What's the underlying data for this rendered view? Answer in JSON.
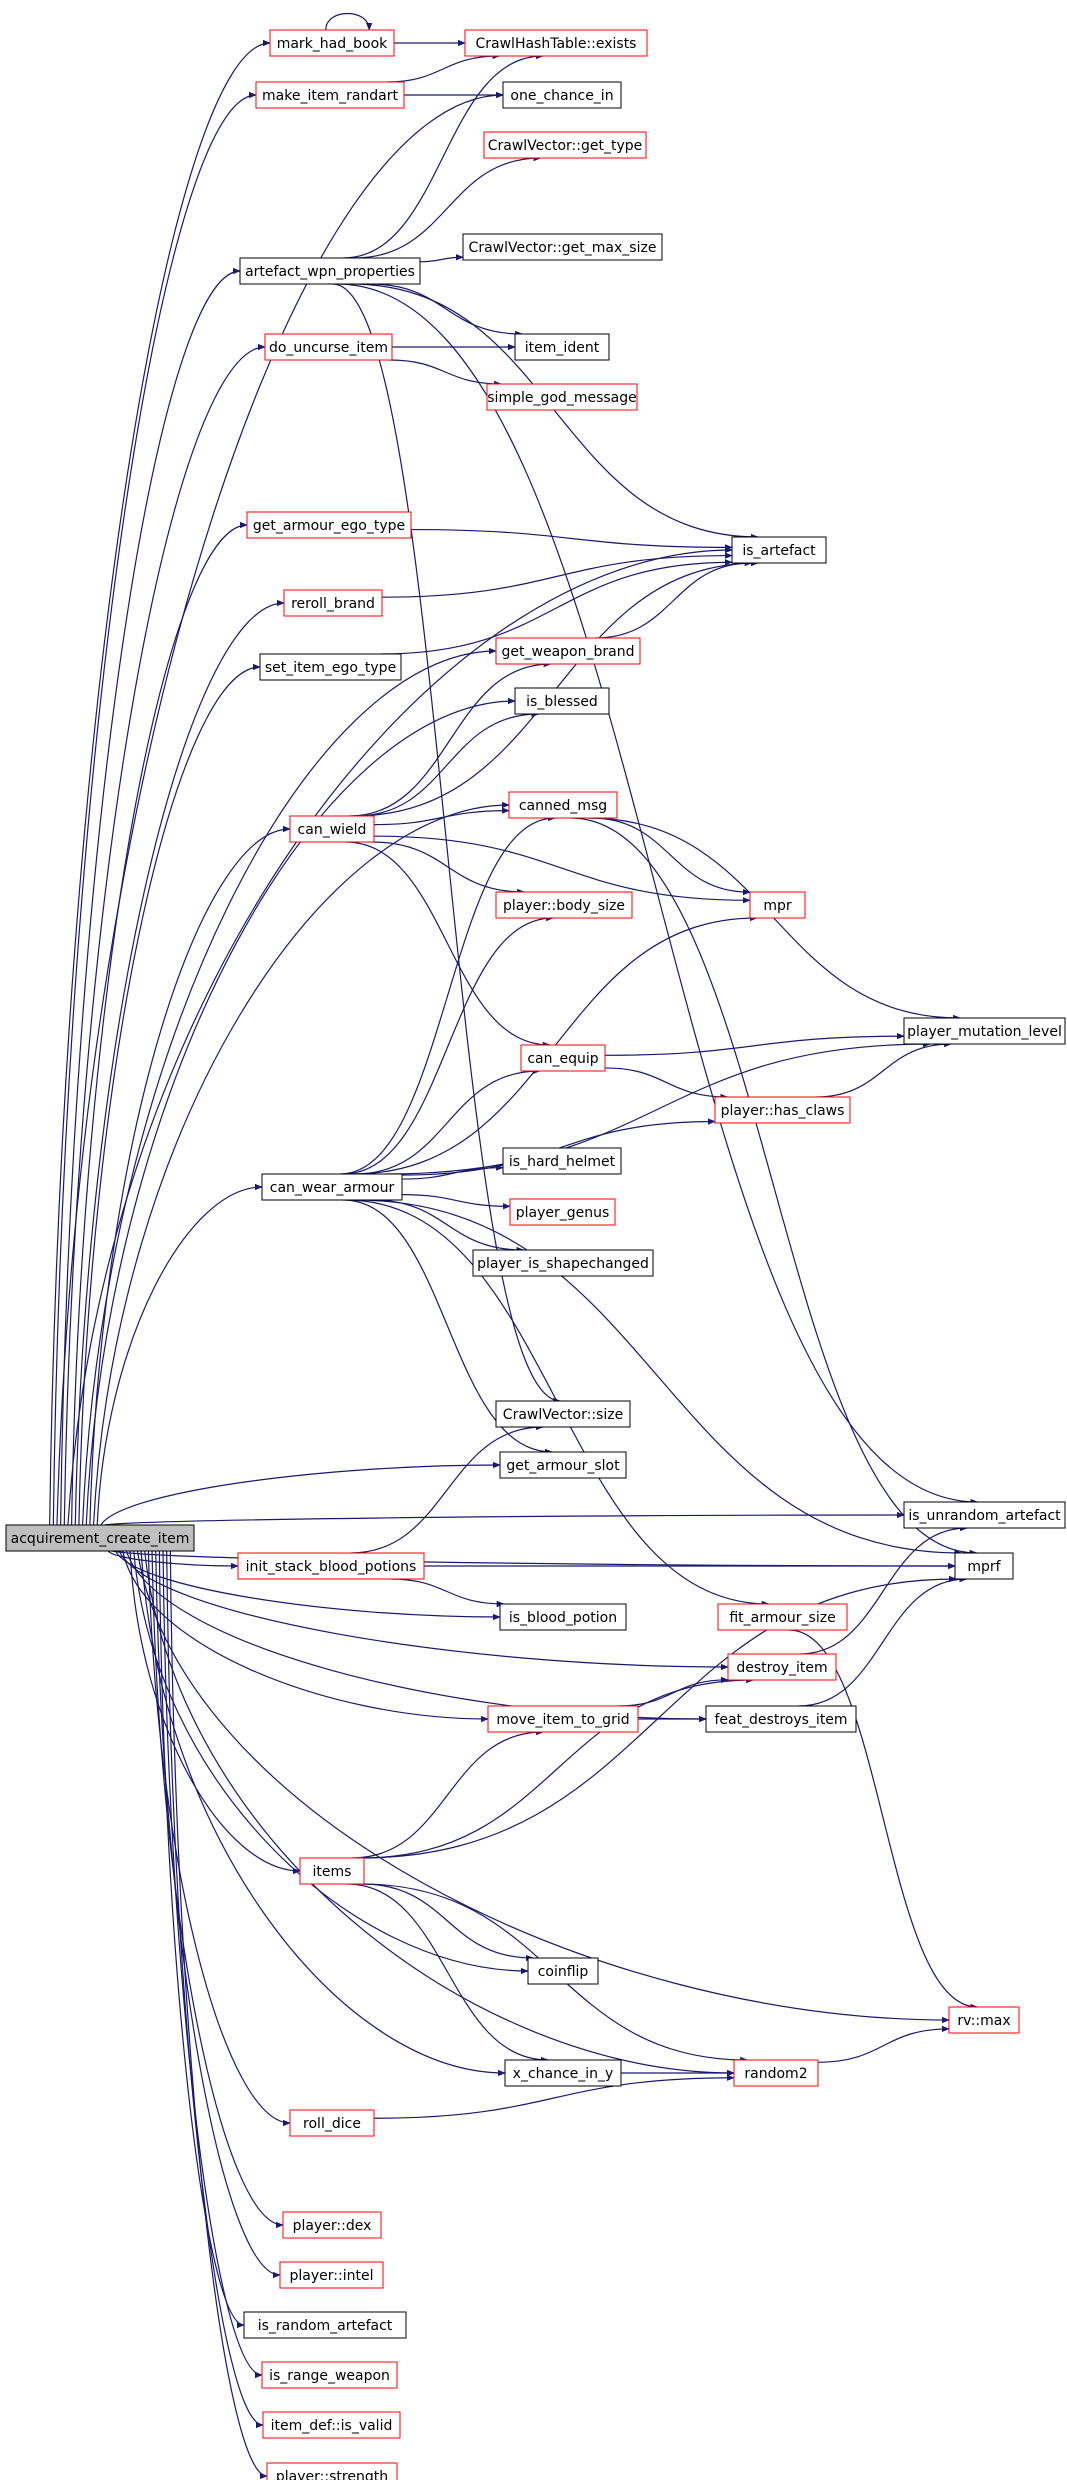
{
  "colors": {
    "edge": "#191970",
    "border_black": "#000000",
    "border_red": "#ff0000",
    "root_fill": "#bfbfbf",
    "node_fill": "#ffffff"
  },
  "nodes": [
    {
      "id": "acquirement_create_item",
      "label": "acquirement_create_item",
      "style": "root"
    },
    {
      "id": "mark_had_book",
      "label": "mark_had_book",
      "style": "red"
    },
    {
      "id": "CrawlHashTable_exists",
      "label": "CrawlHashTable::exists",
      "style": "red"
    },
    {
      "id": "make_item_randart",
      "label": "make_item_randart",
      "style": "red"
    },
    {
      "id": "one_chance_in",
      "label": "one_chance_in",
      "style": "black"
    },
    {
      "id": "CrawlVector_get_type",
      "label": "CrawlVector::get_type",
      "style": "red"
    },
    {
      "id": "artefact_wpn_properties",
      "label": "artefact_wpn_properties",
      "style": "black"
    },
    {
      "id": "CrawlVector_get_max_size",
      "label": "CrawlVector::get_max_size",
      "style": "black"
    },
    {
      "id": "do_uncurse_item",
      "label": "do_uncurse_item",
      "style": "red"
    },
    {
      "id": "item_ident",
      "label": "item_ident",
      "style": "black"
    },
    {
      "id": "simple_god_message",
      "label": "simple_god_message",
      "style": "red"
    },
    {
      "id": "get_armour_ego_type",
      "label": "get_armour_ego_type",
      "style": "red"
    },
    {
      "id": "is_artefact",
      "label": "is_artefact",
      "style": "black"
    },
    {
      "id": "reroll_brand",
      "label": "reroll_brand",
      "style": "red"
    },
    {
      "id": "set_item_ego_type",
      "label": "set_item_ego_type",
      "style": "black"
    },
    {
      "id": "get_weapon_brand",
      "label": "get_weapon_brand",
      "style": "red"
    },
    {
      "id": "is_blessed",
      "label": "is_blessed",
      "style": "black"
    },
    {
      "id": "can_wield",
      "label": "can_wield",
      "style": "red"
    },
    {
      "id": "canned_msg",
      "label": "canned_msg",
      "style": "red"
    },
    {
      "id": "player_body_size",
      "label": "player::body_size",
      "style": "red"
    },
    {
      "id": "mpr",
      "label": "mpr",
      "style": "red"
    },
    {
      "id": "player_mutation_level",
      "label": "player_mutation_level",
      "style": "black"
    },
    {
      "id": "can_equip",
      "label": "can_equip",
      "style": "red"
    },
    {
      "id": "player_has_claws",
      "label": "player::has_claws",
      "style": "red"
    },
    {
      "id": "can_wear_armour",
      "label": "can_wear_armour",
      "style": "black"
    },
    {
      "id": "is_hard_helmet",
      "label": "is_hard_helmet",
      "style": "black"
    },
    {
      "id": "player_genus",
      "label": "player_genus",
      "style": "red"
    },
    {
      "id": "player_is_shapechanged",
      "label": "player_is_shapechanged",
      "style": "black"
    },
    {
      "id": "CrawlVector_size",
      "label": "CrawlVector::size",
      "style": "black"
    },
    {
      "id": "get_armour_slot",
      "label": "get_armour_slot",
      "style": "black"
    },
    {
      "id": "is_unrandom_artefact",
      "label": "is_unrandom_artefact",
      "style": "black"
    },
    {
      "id": "init_stack_blood_potions",
      "label": "init_stack_blood_potions",
      "style": "red"
    },
    {
      "id": "mprf",
      "label": "mprf",
      "style": "black"
    },
    {
      "id": "is_blood_potion",
      "label": "is_blood_potion",
      "style": "black"
    },
    {
      "id": "fit_armour_size",
      "label": "fit_armour_size",
      "style": "red"
    },
    {
      "id": "destroy_item",
      "label": "destroy_item",
      "style": "red"
    },
    {
      "id": "move_item_to_grid",
      "label": "move_item_to_grid",
      "style": "red"
    },
    {
      "id": "feat_destroys_item",
      "label": "feat_destroys_item",
      "style": "black"
    },
    {
      "id": "items",
      "label": "items",
      "style": "red"
    },
    {
      "id": "coinflip",
      "label": "coinflip",
      "style": "black"
    },
    {
      "id": "rv_max",
      "label": "rv::max",
      "style": "red"
    },
    {
      "id": "x_chance_in_y",
      "label": "x_chance_in_y",
      "style": "black"
    },
    {
      "id": "random2",
      "label": "random2",
      "style": "red"
    },
    {
      "id": "roll_dice",
      "label": "roll_dice",
      "style": "red"
    },
    {
      "id": "player_dex",
      "label": "player::dex",
      "style": "red"
    },
    {
      "id": "player_intel",
      "label": "player::intel",
      "style": "red"
    },
    {
      "id": "is_random_artefact",
      "label": "is_random_artefact",
      "style": "black"
    },
    {
      "id": "is_range_weapon",
      "label": "is_range_weapon",
      "style": "red"
    },
    {
      "id": "item_def_is_valid",
      "label": "item_def::is_valid",
      "style": "red"
    },
    {
      "id": "player_strength",
      "label": "player::strength",
      "style": "red"
    }
  ],
  "edges": [
    [
      "acquirement_create_item",
      "mark_had_book"
    ],
    [
      "acquirement_create_item",
      "make_item_randart"
    ],
    [
      "acquirement_create_item",
      "one_chance_in"
    ],
    [
      "acquirement_create_item",
      "artefact_wpn_properties"
    ],
    [
      "acquirement_create_item",
      "do_uncurse_item"
    ],
    [
      "acquirement_create_item",
      "is_artefact"
    ],
    [
      "acquirement_create_item",
      "get_armour_ego_type"
    ],
    [
      "acquirement_create_item",
      "reroll_brand"
    ],
    [
      "acquirement_create_item",
      "set_item_ego_type"
    ],
    [
      "acquirement_create_item",
      "get_weapon_brand"
    ],
    [
      "acquirement_create_item",
      "is_blessed"
    ],
    [
      "acquirement_create_item",
      "can_wield"
    ],
    [
      "acquirement_create_item",
      "canned_msg"
    ],
    [
      "acquirement_create_item",
      "can_wear_armour"
    ],
    [
      "acquirement_create_item",
      "get_armour_slot"
    ],
    [
      "acquirement_create_item",
      "is_unrandom_artefact"
    ],
    [
      "acquirement_create_item",
      "init_stack_blood_potions"
    ],
    [
      "acquirement_create_item",
      "mprf"
    ],
    [
      "acquirement_create_item",
      "is_blood_potion"
    ],
    [
      "acquirement_create_item",
      "destroy_item"
    ],
    [
      "acquirement_create_item",
      "move_item_to_grid"
    ],
    [
      "acquirement_create_item",
      "feat_destroys_item"
    ],
    [
      "acquirement_create_item",
      "items"
    ],
    [
      "acquirement_create_item",
      "coinflip"
    ],
    [
      "acquirement_create_item",
      "rv_max"
    ],
    [
      "acquirement_create_item",
      "x_chance_in_y"
    ],
    [
      "acquirement_create_item",
      "random2"
    ],
    [
      "acquirement_create_item",
      "roll_dice"
    ],
    [
      "acquirement_create_item",
      "player_dex"
    ],
    [
      "acquirement_create_item",
      "player_intel"
    ],
    [
      "acquirement_create_item",
      "is_random_artefact"
    ],
    [
      "acquirement_create_item",
      "is_range_weapon"
    ],
    [
      "acquirement_create_item",
      "item_def_is_valid"
    ],
    [
      "acquirement_create_item",
      "player_strength"
    ],
    [
      "mark_had_book",
      "mark_had_book"
    ],
    [
      "mark_had_book",
      "CrawlHashTable_exists"
    ],
    [
      "make_item_randart",
      "CrawlHashTable_exists"
    ],
    [
      "make_item_randart",
      "one_chance_in"
    ],
    [
      "artefact_wpn_properties",
      "CrawlHashTable_exists"
    ],
    [
      "artefact_wpn_properties",
      "CrawlVector_get_type"
    ],
    [
      "artefact_wpn_properties",
      "CrawlVector_get_max_size"
    ],
    [
      "artefact_wpn_properties",
      "item_ident"
    ],
    [
      "artefact_wpn_properties",
      "is_artefact"
    ],
    [
      "artefact_wpn_properties",
      "is_unrandom_artefact"
    ],
    [
      "artefact_wpn_properties",
      "CrawlVector_size"
    ],
    [
      "do_uncurse_item",
      "item_ident"
    ],
    [
      "do_uncurse_item",
      "simple_god_message"
    ],
    [
      "get_armour_ego_type",
      "is_artefact"
    ],
    [
      "reroll_brand",
      "is_artefact"
    ],
    [
      "set_item_ego_type",
      "is_artefact"
    ],
    [
      "get_weapon_brand",
      "is_artefact"
    ],
    [
      "can_wield",
      "get_weapon_brand"
    ],
    [
      "can_wield",
      "is_blessed"
    ],
    [
      "can_wield",
      "is_artefact"
    ],
    [
      "can_wield",
      "canned_msg"
    ],
    [
      "can_wield",
      "player_body_size"
    ],
    [
      "can_wield",
      "mpr"
    ],
    [
      "can_wield",
      "can_equip"
    ],
    [
      "canned_msg",
      "mpr"
    ],
    [
      "canned_msg",
      "player_mutation_level"
    ],
    [
      "canned_msg",
      "mprf"
    ],
    [
      "can_equip",
      "player_mutation_level"
    ],
    [
      "can_equip",
      "player_has_claws"
    ],
    [
      "player_has_claws",
      "player_mutation_level"
    ],
    [
      "can_wear_armour",
      "canned_msg"
    ],
    [
      "can_wear_armour",
      "player_body_size"
    ],
    [
      "can_wear_armour",
      "mpr"
    ],
    [
      "can_wear_armour",
      "player_mutation_level"
    ],
    [
      "can_wear_armour",
      "can_equip"
    ],
    [
      "can_wear_armour",
      "player_has_claws"
    ],
    [
      "can_wear_armour",
      "is_hard_helmet"
    ],
    [
      "can_wear_armour",
      "player_genus"
    ],
    [
      "can_wear_armour",
      "player_is_shapechanged"
    ],
    [
      "can_wear_armour",
      "get_armour_slot"
    ],
    [
      "can_wear_armour",
      "mprf"
    ],
    [
      "can_wear_armour",
      "fit_armour_size"
    ],
    [
      "init_stack_blood_potions",
      "CrawlVector_size"
    ],
    [
      "init_stack_blood_potions",
      "is_blood_potion"
    ],
    [
      "init_stack_blood_potions",
      "mprf"
    ],
    [
      "fit_armour_size",
      "rv_max"
    ],
    [
      "destroy_item",
      "is_unrandom_artefact"
    ],
    [
      "move_item_to_grid",
      "destroy_item"
    ],
    [
      "move_item_to_grid",
      "feat_destroys_item"
    ],
    [
      "feat_destroys_item",
      "mprf"
    ],
    [
      "items",
      "move_item_to_grid"
    ],
    [
      "items",
      "destroy_item"
    ],
    [
      "items",
      "mprf"
    ],
    [
      "items",
      "coinflip"
    ],
    [
      "items",
      "x_chance_in_y"
    ],
    [
      "items",
      "random2"
    ],
    [
      "x_chance_in_y",
      "random2"
    ],
    [
      "roll_dice",
      "random2"
    ],
    [
      "random2",
      "rv_max"
    ]
  ]
}
